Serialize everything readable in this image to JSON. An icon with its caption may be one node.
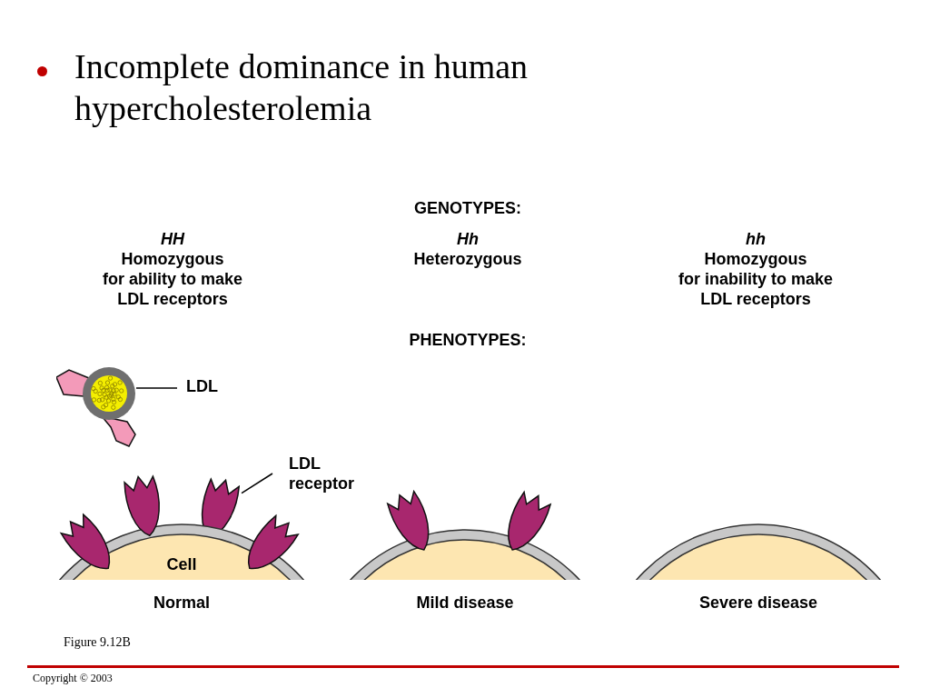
{
  "diagram": {
    "title": "Incomplete dominance in human hypercholesterolemia",
    "caption": "Figure 9.12B",
    "nodes": [
      {
        "text": [
          "LDL"
        ]
      },
      {
        "text": [],
        "shape": "picture"
      },
      {
        "text": [
          "LDL receptor"
        ]
      },
      {
        "text": [],
        "shape": "picture"
      },
      {
        "text": [
          "Cell",
          "Normal"
        ]
      },
      {
        "text": [
          "Mild disease"
        ]
      },
      {
        "text": [
          "Severe disease"
        ]
      }
    ],
    "edges": [
      {
        "from": 0,
        "to": 1,
        "arrow": "none"
      },
      {
        "from": 2,
        "to": 3,
        "arrow": "none"
      }
    ],
    "labels": [
      "GENOTYPES:",
      "HH",
      "Homozygous",
      "for ability to make LDL receptors",
      "Hh",
      "Heterozygous",
      "hh",
      "Homozygous",
      "for inability to make LDL receptors",
      "PHENOTYPES:",
      "Copyright © 2003"
    ]
  }
}
